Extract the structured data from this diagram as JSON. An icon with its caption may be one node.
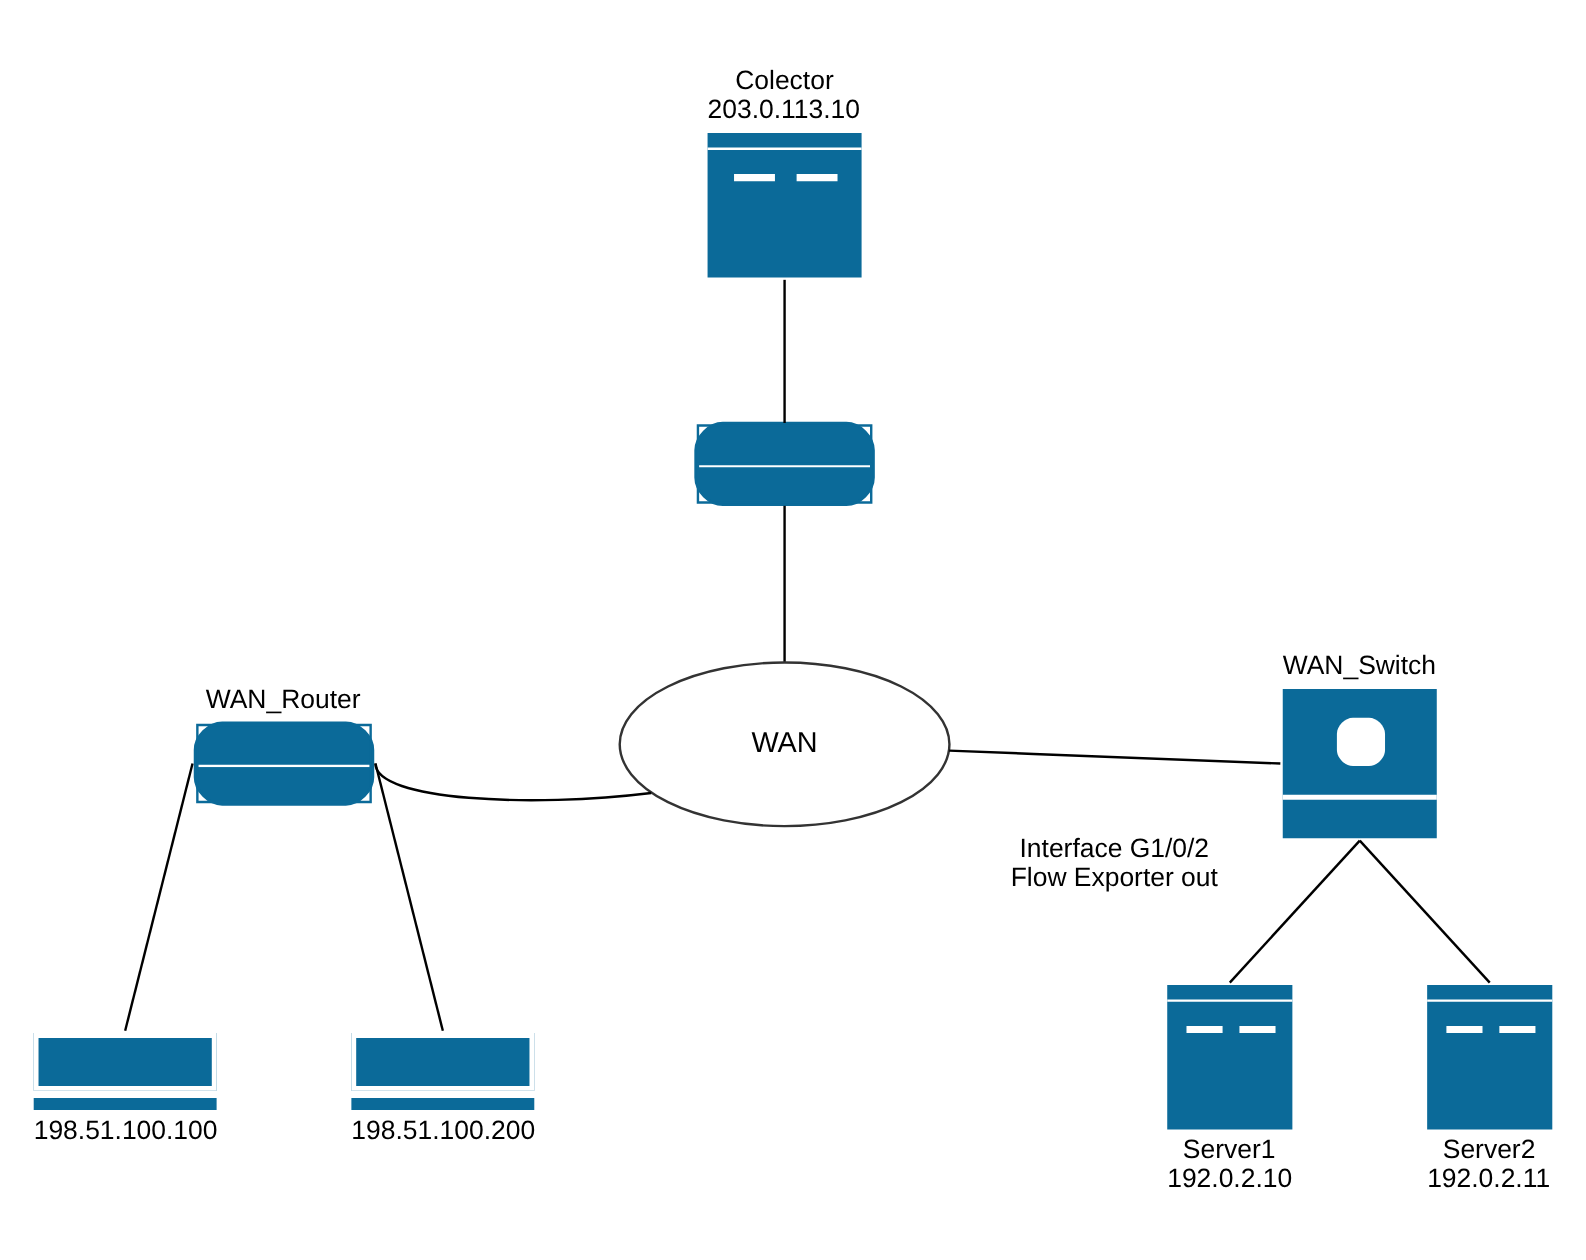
{
  "diagram": {
    "nodes": [
      {
        "text": [
          "Colector",
          "203.0.113.10"
        ]
      },
      {
        "text": [],
        "shape": "picture"
      },
      {
        "text": [
          "WAN_Router"
        ]
      },
      {
        "text": [
          "WAN"
        ]
      },
      {
        "text": [
          "WAN_Switch"
        ]
      },
      {
        "text": [
          "198.51.100.100"
        ]
      },
      {
        "text": [
          "198.51.100.200"
        ]
      },
      {
        "text": [
          "Server1",
          "192.0.2.10"
        ]
      },
      {
        "text": [
          "Server2",
          "192.0.2.11"
        ]
      }
    ],
    "edges": [
      {
        "from": 0,
        "to": 1,
        "arrow": "none"
      },
      {
        "from": 1,
        "to": 3,
        "arrow": "none"
      },
      {
        "from": 2,
        "to": 3,
        "arrow": "none"
      },
      {
        "from": 3,
        "to": 4,
        "arrow": "none",
        "label": "Interface G1/0/2 Flow Exporter out"
      },
      {
        "from": 2,
        "to": 5,
        "arrow": "none"
      },
      {
        "from": 2,
        "to": 6,
        "arrow": "none"
      },
      {
        "from": 4,
        "to": 7,
        "arrow": "none"
      },
      {
        "from": 4,
        "to": 8,
        "arrow": "none"
      }
    ]
  }
}
